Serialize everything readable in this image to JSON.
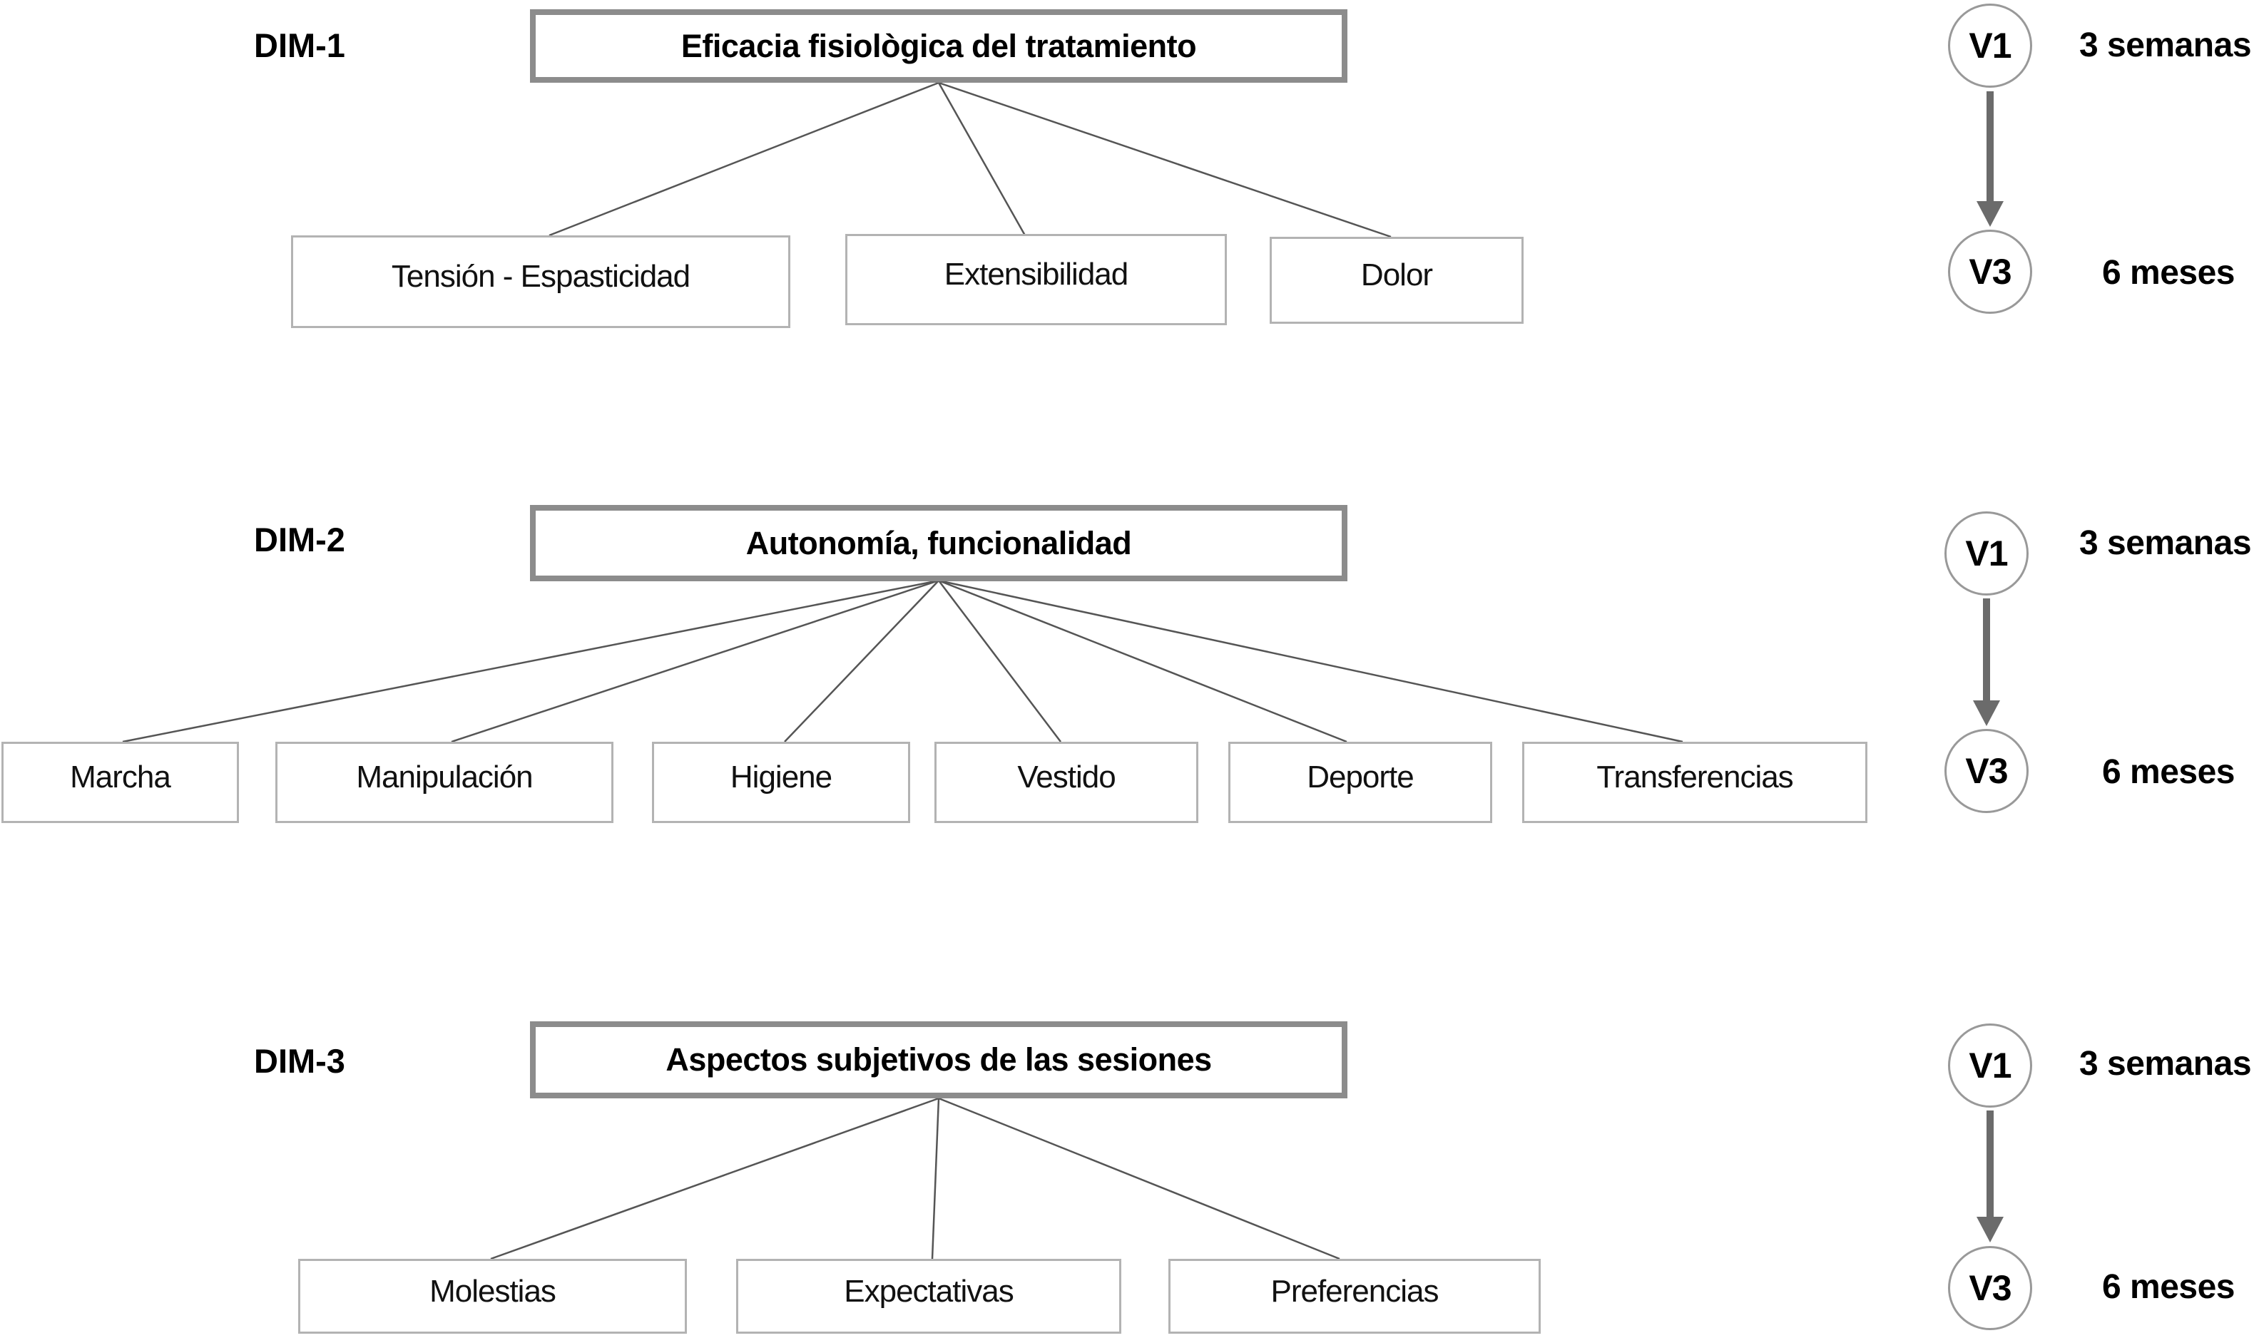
{
  "diagram": {
    "background_color": "#ffffff",
    "main_box_border_color": "#8c8c8c",
    "child_box_border_color": "#b3b3b3",
    "connector_color": "#555555",
    "arrow_color": "#6b6b6b",
    "circle_border_color": "#999999",
    "text_color": "#000000"
  },
  "sections": [
    {
      "label": "DIM-1",
      "title": "Eficacia fisiològica del tratamiento",
      "children": [
        "Tensión - Espasticidad",
        "Extensibilidad",
        "Dolor"
      ],
      "timeline": {
        "start": "V1",
        "start_time": "3 semanas",
        "end": "V3",
        "end_time": "6 meses"
      }
    },
    {
      "label": "DIM-2",
      "title": "Autonomía, funcionalidad",
      "children": [
        "Marcha",
        "Manipulación",
        "Higiene",
        "Vestido",
        "Deporte",
        "Transferencias"
      ],
      "timeline": {
        "start": "V1",
        "start_time": "3 semanas",
        "end": "V3",
        "end_time": "6 meses"
      }
    },
    {
      "label": "DIM-3",
      "title": "Aspectos subjetivos de las sesiones",
      "children": [
        "Molestias",
        "Expectativas",
        "Preferencias"
      ],
      "timeline": {
        "start": "V1",
        "start_time": "3 semanas",
        "end": "V3",
        "end_time": "6 meses"
      }
    }
  ]
}
